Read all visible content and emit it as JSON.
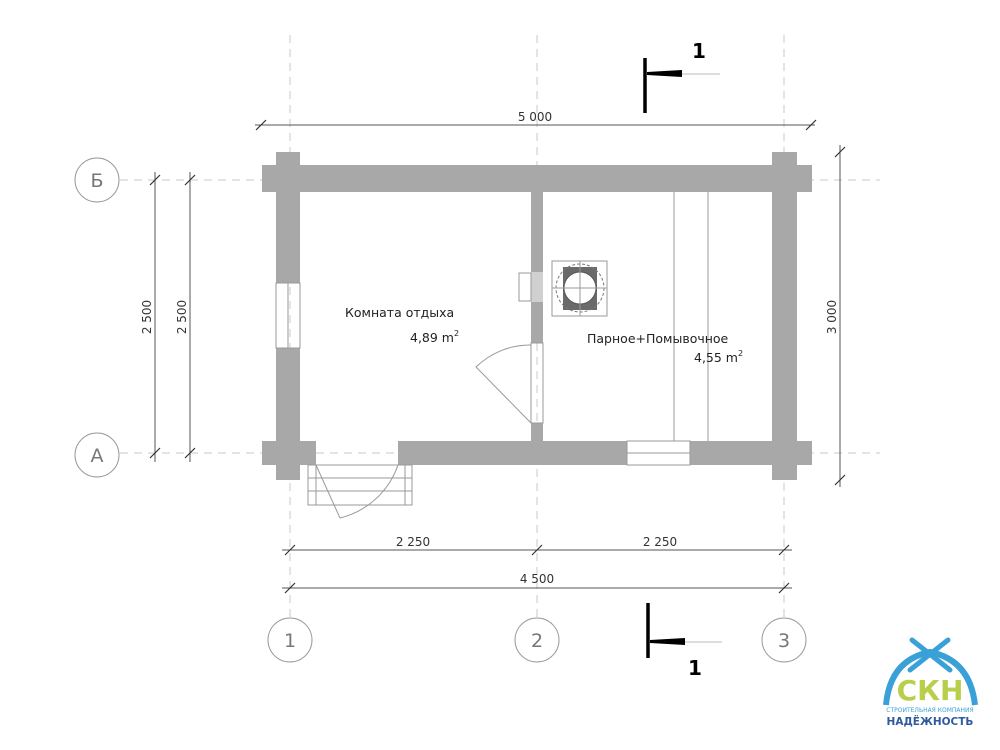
{
  "plan": {
    "rooms": [
      {
        "name": "Комната отдыха",
        "area": "4,89 m",
        "area_sup": "2"
      },
      {
        "name": "Парное+Помывочное",
        "area": "4,55 m",
        "area_sup": "2"
      }
    ],
    "dimensions": {
      "top_total": "5 000",
      "left_outer": "2 500",
      "left_inner": "2 500",
      "right_total": "3 000",
      "bottom_left": "2 250",
      "bottom_right": "2 250",
      "bottom_total": "4 500"
    },
    "axes": {
      "rows": [
        "Б",
        "А"
      ],
      "columns": [
        "1",
        "2",
        "3"
      ]
    },
    "section_marks": [
      "1",
      "1"
    ]
  },
  "logo": {
    "letters": "СКН",
    "subtitle": "СТРОИТЕЛЬНАЯ КОМПАНИЯ",
    "name": "НАДЁЖНОСТЬ",
    "colors": {
      "arch": "#3aa0d8",
      "letters": "#b7cf4a",
      "text": "#2f5a9e"
    }
  }
}
